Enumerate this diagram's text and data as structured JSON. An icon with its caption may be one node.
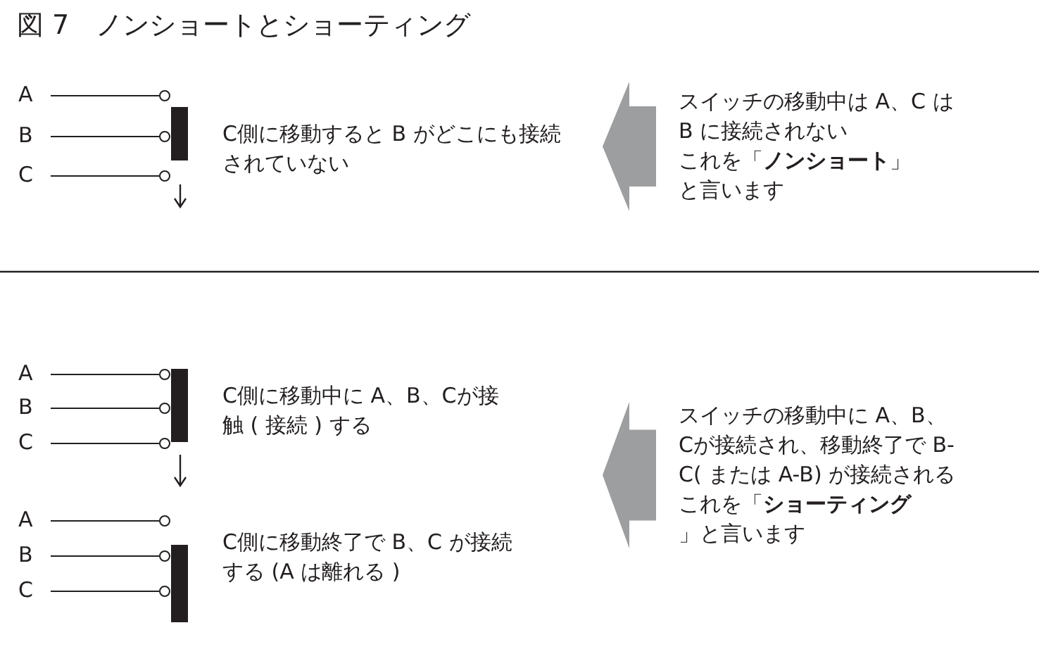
{
  "diagram": {
    "title": "図 7　ノンショートとショーティング",
    "nodes": [
      {
        "text": [
          "C側に移動すると B がどこにも接続されていない"
        ]
      },
      {
        "text": [
          "スイッチの移動中は A、C はB に接続されない",
          "これを「**ノンショート**」と言います"
        ]
      },
      {
        "text": [
          "C側に移動中に A、B、Cが接触 ( 接続 ) する"
        ]
      },
      {
        "text": [
          "C側に移動終了で B、C が接続する (A は離れる )"
        ]
      },
      {
        "text": [
          "スイッチの移動中に A、B、Cが接続され、移動終了で B-C( または A-B) が接続される",
          "これを「**ショーティング**」と言います"
        ]
      }
    ],
    "edges": [
      {
        "from": 1,
        "to": 0,
        "arrow": "to"
      },
      {
        "from": 4,
        "to": null,
        "arrow": "to"
      }
    ],
    "labels": [
      "A",
      "B",
      "C",
      "A",
      "B",
      "C",
      "A",
      "B",
      "C"
    ]
  }
}
